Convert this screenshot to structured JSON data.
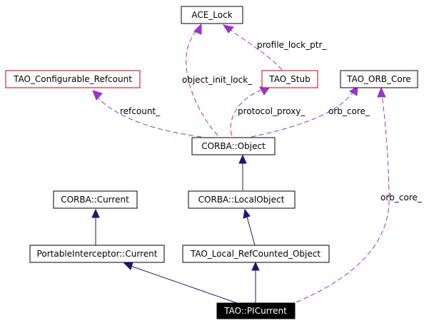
{
  "nodes": {
    "ace_lock": "ACE_Lock",
    "tao_configurable_refcount": "TAO_Configurable_Refcount",
    "tao_stub": "TAO_Stub",
    "tao_orb_core": "TAO_ORB_Core",
    "corba_object": "CORBA::Object",
    "corba_current": "CORBA::Current",
    "corba_localobject": "CORBA::LocalObject",
    "portableinterceptor_current": "PortableInterceptor::Current",
    "tao_local_refcounted_object": "TAO_Local_RefCounted_Object",
    "tao_picurrent": "TAO::PICurrent"
  },
  "edge_labels": {
    "profile_lock_ptr": "profile_lock_ptr_",
    "object_init_lock": "object_init_lock_",
    "refcount": "refcount_",
    "protocol_proxy": "protocol_proxy_",
    "orb_core_object": "orb_core_",
    "orb_core_picurrent": "orb_core_"
  },
  "colors": {
    "inheritance_edge": "#191970",
    "usage_edge": "#9a32cd",
    "highlight_border": "#cc0000",
    "current_node_fill": "#000000"
  }
}
